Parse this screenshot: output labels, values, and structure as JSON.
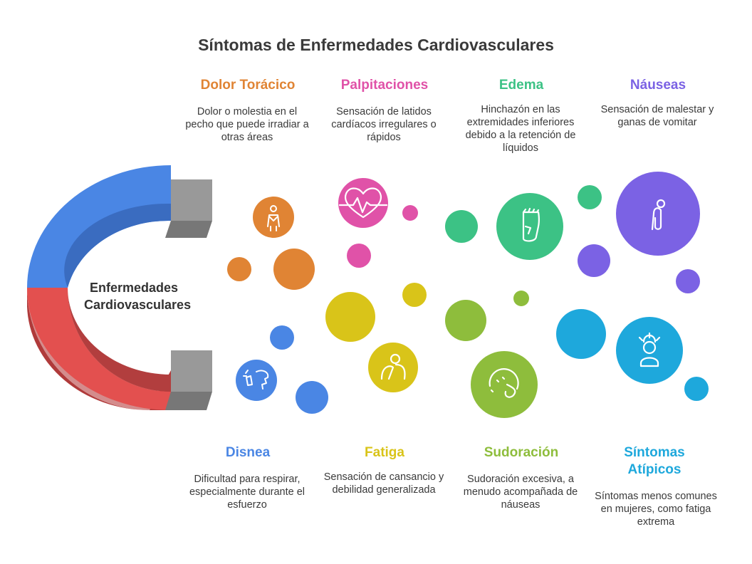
{
  "title": "Síntomas de Enfermedades Cardiovasculares",
  "center_label_line1": "Enfermedades",
  "center_label_line2": "Cardiovasculares",
  "symptoms": [
    {
      "label": "Dolor Torácico",
      "desc": "Dolor o molestia en el pecho que puede irradiar a otras áreas",
      "color": "#e08434",
      "icon": "person-chest-pain-icon"
    },
    {
      "label": "Palpitaciones",
      "desc": "Sensación de latidos cardíacos irregulares o rápidos",
      "color": "#e052a8",
      "icon": "heart-pulse-icon"
    },
    {
      "label": "Edema",
      "desc": "Hinchazón en las extremidades inferiores debido a la retención de líquidos",
      "color": "#3cc285",
      "icon": "swollen-foot-icon"
    },
    {
      "label": "Náuseas",
      "desc": "Sensación de malestar y ganas de vomitar",
      "color": "#7b62e4",
      "icon": "nauseous-person-icon"
    },
    {
      "label": "Disnea",
      "desc": "Dificultad para respirar, especialmente durante el esfuerzo",
      "color": "#4a86e4",
      "icon": "breathing-face-icon"
    },
    {
      "label": "Fatiga",
      "desc": "Sensación de cansancio y debilidad generalizada",
      "color": "#d9c419",
      "icon": "tired-person-icon"
    },
    {
      "label": "Sudoración",
      "desc": "Sudoración excesiva, a menudo acompañada de náuseas",
      "color": "#8ebd3c",
      "icon": "sweating-face-icon"
    },
    {
      "label": "Síntomas Atípicos",
      "desc": "Síntomas menos comunes en mujeres, como fatiga extrema",
      "color": "#1ea8dc",
      "icon": "stressed-woman-icon"
    }
  ]
}
